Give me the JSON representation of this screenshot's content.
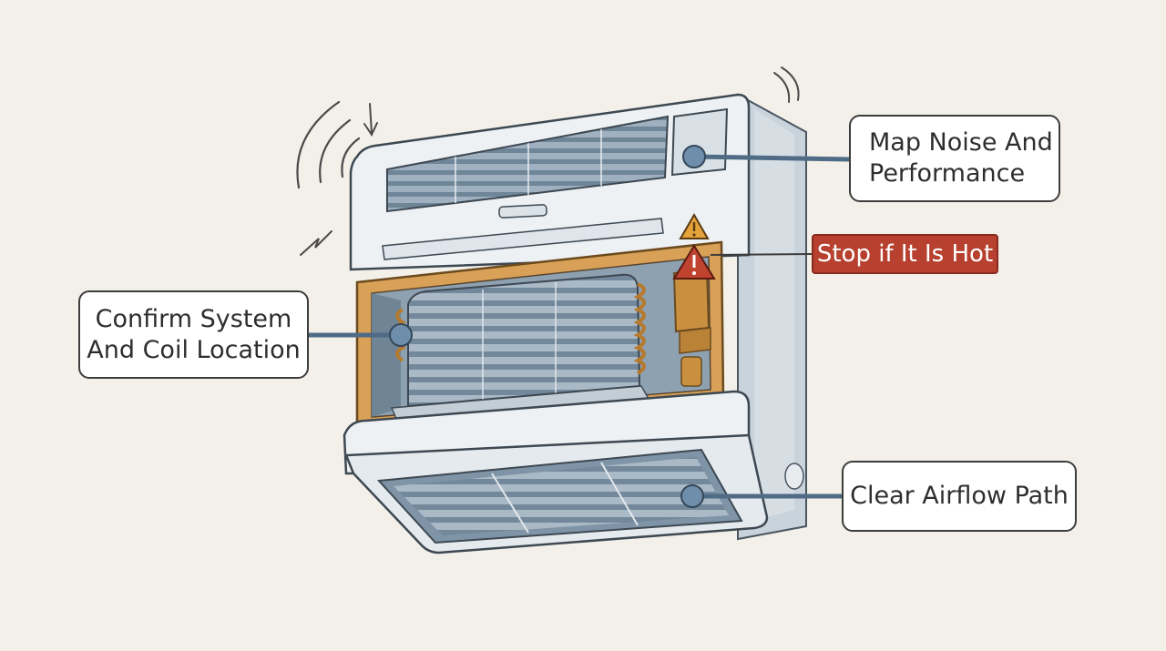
{
  "callouts": {
    "noise": {
      "line1": "Map Noise And",
      "line2": "Performance"
    },
    "hot": {
      "label": "Stop if It Is Hot"
    },
    "coil": {
      "line1": "Confirm System",
      "line2": "And Coil Location"
    },
    "airflow": {
      "label": "Clear Airflow Path"
    }
  },
  "colors": {
    "background": "#f2f0e8",
    "unit_body": "#eef1f3",
    "unit_shade": "#c9d3db",
    "grille": "#7e93a6",
    "cavity": "#d9a157",
    "warning": "#b7402f",
    "pointer": "#4f6b85"
  },
  "icons": [
    "warning-triangle-icon",
    "vibration-waves-icon",
    "arrow-down-icon",
    "spark-icon"
  ]
}
